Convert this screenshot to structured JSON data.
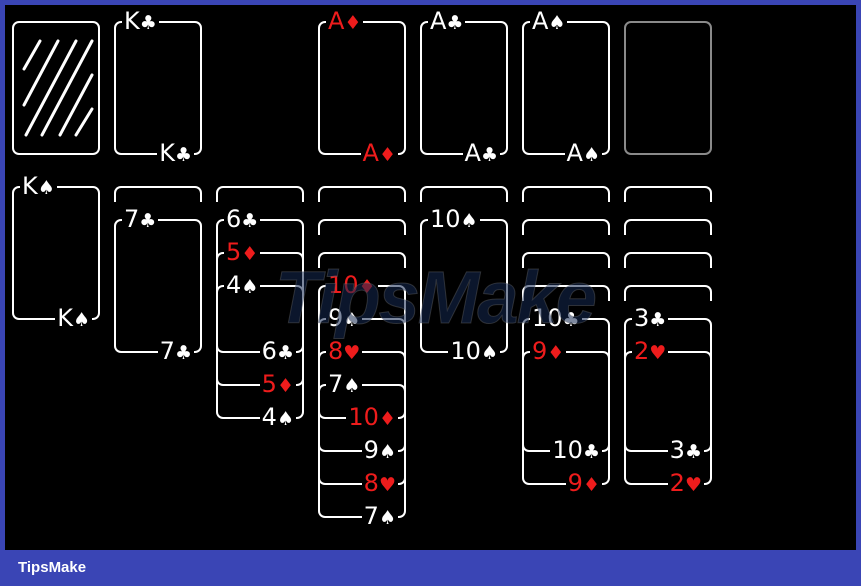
{
  "game": "Solitaire (Klondike)",
  "colors": {
    "background": "#000000",
    "frame": "#3a45b5",
    "card_border": "#ffffff",
    "empty_slot": "#8a8a8a",
    "red_suit": "#ee1c1c",
    "black_suit": "#ffffff"
  },
  "stock": {
    "state": "face-down",
    "icon": "card-back-stripes"
  },
  "waste": {
    "rank": "K",
    "suit": "♣",
    "color": "black"
  },
  "foundations": [
    {
      "rank": "A",
      "suit": "♦",
      "color": "red"
    },
    {
      "rank": "A",
      "suit": "♣",
      "color": "black"
    },
    {
      "rank": "A",
      "suit": "♠",
      "color": "black"
    },
    {
      "rank": "",
      "suit": "",
      "color": "empty"
    }
  ],
  "tableau": [
    {
      "face_down": 0,
      "face_up": [
        {
          "rank": "K",
          "suit": "♠",
          "color": "black"
        }
      ]
    },
    {
      "face_down": 1,
      "face_up": [
        {
          "rank": "7",
          "suit": "♣",
          "color": "black"
        }
      ]
    },
    {
      "face_down": 1,
      "face_up": [
        {
          "rank": "6",
          "suit": "♣",
          "color": "black"
        },
        {
          "rank": "5",
          "suit": "♦",
          "color": "red"
        },
        {
          "rank": "4",
          "suit": "♠",
          "color": "black"
        }
      ]
    },
    {
      "face_down": 3,
      "face_up": [
        {
          "rank": "10",
          "suit": "♦",
          "color": "red"
        },
        {
          "rank": "9",
          "suit": "♠",
          "color": "black"
        },
        {
          "rank": "8",
          "suit": "♥",
          "color": "red"
        },
        {
          "rank": "7",
          "suit": "♠",
          "color": "black"
        }
      ]
    },
    {
      "face_down": 1,
      "face_up": [
        {
          "rank": "10",
          "suit": "♠",
          "color": "black"
        }
      ]
    },
    {
      "face_down": 4,
      "face_up": [
        {
          "rank": "10",
          "suit": "♣",
          "color": "black"
        },
        {
          "rank": "9",
          "suit": "♦",
          "color": "red"
        }
      ]
    },
    {
      "face_down": 4,
      "face_up": [
        {
          "rank": "3",
          "suit": "♣",
          "color": "black"
        },
        {
          "rank": "2",
          "suit": "♥",
          "color": "red"
        }
      ]
    }
  ],
  "watermark": "TipsMake",
  "footer": {
    "brand": "TipsMake"
  }
}
